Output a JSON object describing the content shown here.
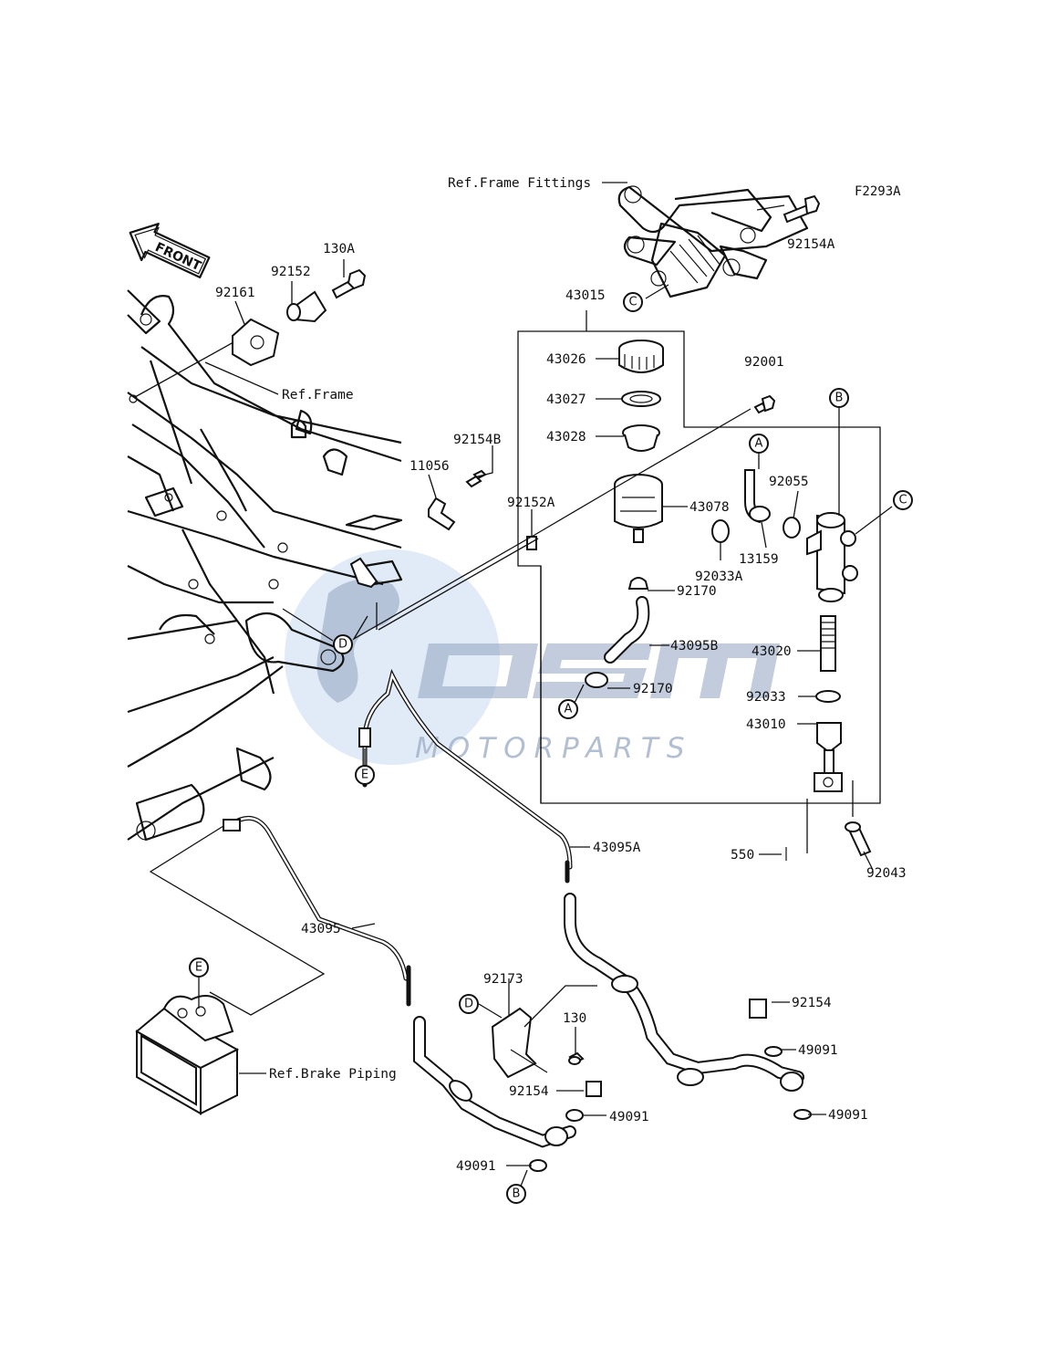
{
  "diagram": {
    "code": "F2293A",
    "front_label": "FRONT",
    "watermark": {
      "logo": "OSM",
      "text": "MOTORPARTS"
    },
    "refs": {
      "frame_fittings": "Ref.Frame Fittings",
      "frame": "Ref.Frame",
      "brake_piping": "Ref.Brake Piping"
    },
    "parts": {
      "p130A": "130A",
      "p92152": "92152",
      "p92161": "92161",
      "p43015": "43015",
      "p43026": "43026",
      "p43027": "43027",
      "p43028": "43028",
      "p92001": "92001",
      "p92154A": "92154A",
      "p92154B": "92154B",
      "p11056": "11056",
      "p92152A": "92152A",
      "p43078": "43078",
      "p92055": "92055",
      "p13159": "13159",
      "p92033A": "92033A",
      "p92170a": "92170",
      "p92170b": "92170",
      "p43095B": "43095B",
      "p43020": "43020",
      "p92033": "92033",
      "p43010": "43010",
      "p550": "550",
      "p92043": "92043",
      "p43095A": "43095A",
      "p43095": "43095",
      "p92173": "92173",
      "p130": "130",
      "p92154a": "92154",
      "p92154b": "92154",
      "p49091a": "49091",
      "p49091b": "49091",
      "p49091c": "49091",
      "p49091d": "49091"
    },
    "markers": {
      "A1": "A",
      "A2": "A",
      "B1": "B",
      "B2": "B",
      "C1": "C",
      "C2": "C",
      "D1": "D",
      "D2": "D",
      "E1": "E",
      "E2": "E"
    }
  }
}
